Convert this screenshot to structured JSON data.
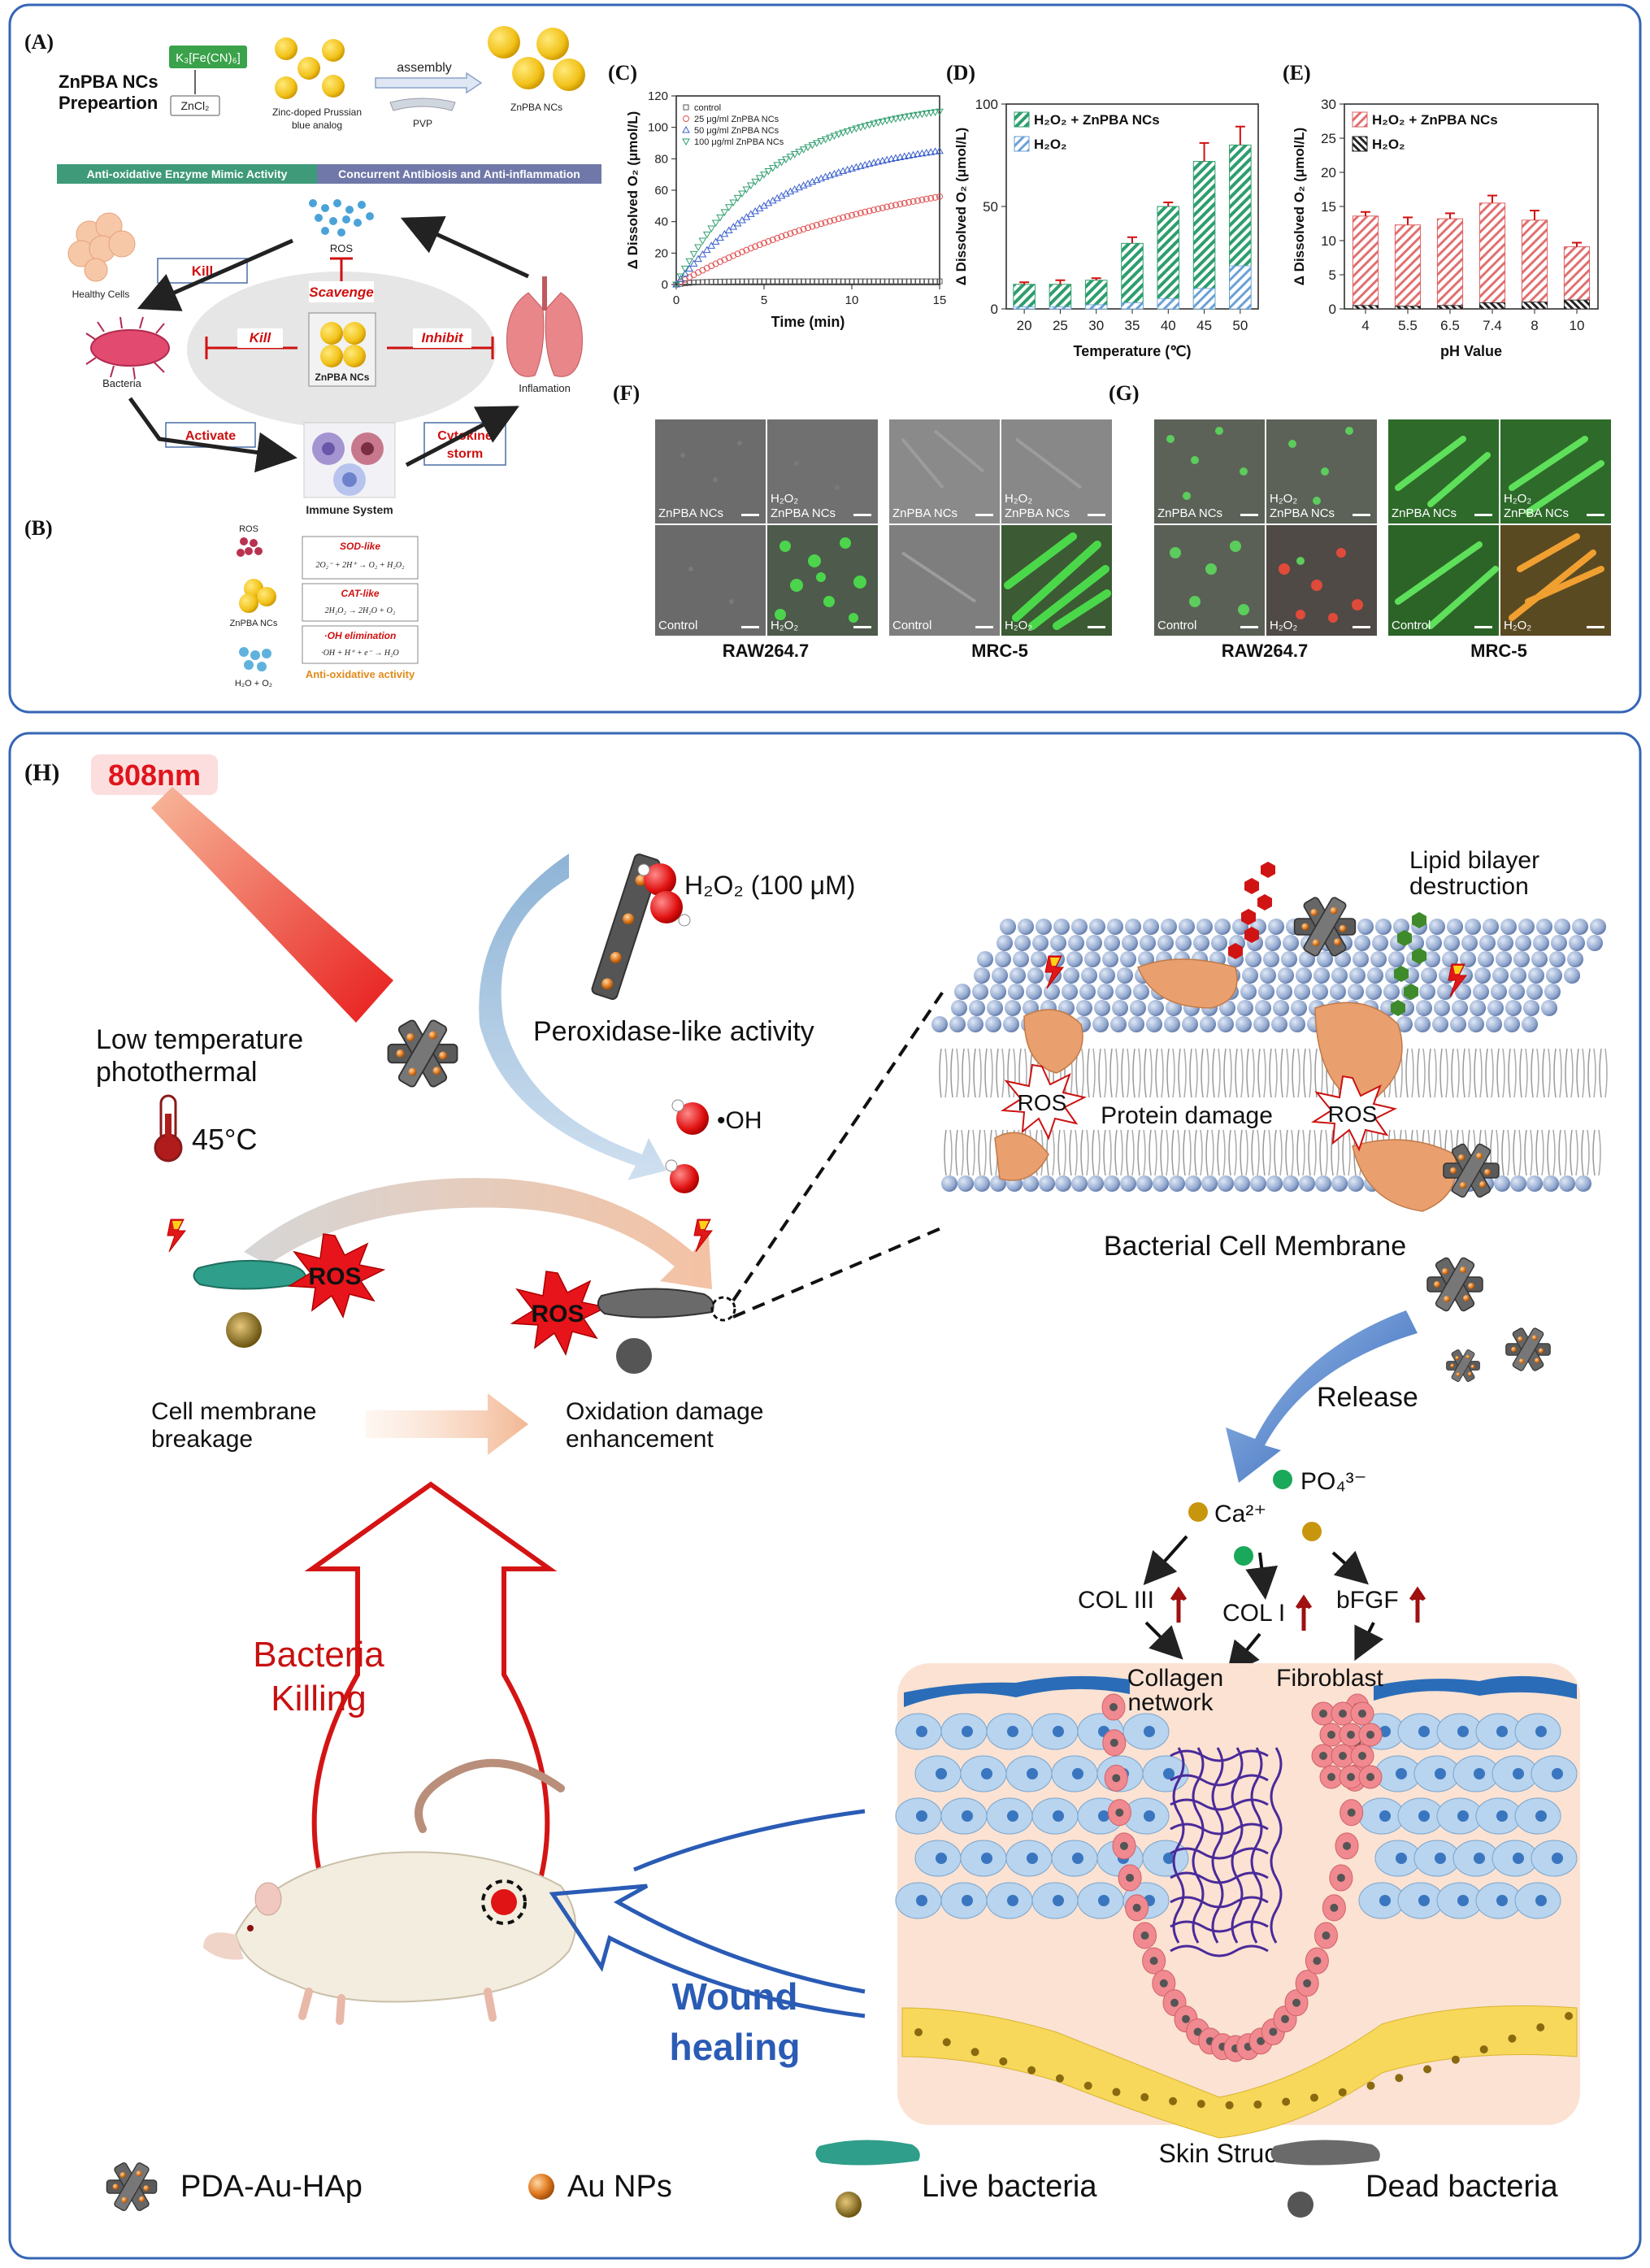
{
  "panelA": {
    "label": "(A)",
    "title1": "ZnPBA NCs",
    "title2": "Prepeartion",
    "reagent1": "K₃[Fe(CN)₆]",
    "reagent2": "ZnCl₂",
    "prussian1": "Zinc-doped Prussian",
    "prussian2": "blue analog",
    "assembly": "assembly",
    "pvp": "PVP",
    "ncs": "ZnPBA NCs",
    "banner_left": "Anti-oxidative Enzyme Mimic Activity",
    "banner_right": "Concurrent Antibiosis and Anti-inflammation",
    "ros": "ROS",
    "scavenge": "Scavenge",
    "kill": "Kill",
    "inhibit": "Inhibit",
    "healthy": "Healthy Cells",
    "bacteria": "Bacteria",
    "inflammation": "Inflamation",
    "activate": "Activate",
    "cytokine1": "Cytokine",
    "cytokine2": "storm",
    "immune": "Immune System",
    "center_ncs": "ZnPBA NCs"
  },
  "panelB": {
    "label": "(B)",
    "ros": "ROS",
    "ncs": "ZnPBA NCs",
    "products": "H₂O + O₂",
    "sod": "SOD-like",
    "sod_eq": "2O₂⁻ + 2H⁺ → O₂ + H₂O₂",
    "cat": "CAT-like",
    "cat_eq": "2H₂O₂ → 2H₂O + O₂",
    "oh": "·OH elimination",
    "oh_eq": "·OH + H⁺ + e⁻ → H₂O",
    "caption": "Anti-oxidative activity"
  },
  "panelC": {
    "label": "(C)",
    "chart_data": {
      "type": "scatter",
      "title": "",
      "xlabel": "Time (min)",
      "ylabel": "Δ Dissolved O₂ (μmol/L)",
      "xlim": [
        0,
        15
      ],
      "ylim": [
        0,
        120
      ],
      "xticks": [
        0,
        5,
        10,
        15
      ],
      "yticks": [
        0,
        20,
        40,
        60,
        80,
        100,
        120
      ],
      "legend_position": "top-left",
      "series": [
        {
          "name": "control",
          "marker": "square",
          "color": "#555555",
          "plateau": 2,
          "rate": 1.0
        },
        {
          "name": "25 μg/ml ZnPBA NCs",
          "marker": "circle",
          "color": "#e05050",
          "plateau": 80,
          "rate": 0.08
        },
        {
          "name": "50 μg/ml ZnPBA NCs",
          "marker": "triangle-up",
          "color": "#3a5fcd",
          "plateau": 95,
          "rate": 0.15
        },
        {
          "name": "100 μg/ml ZnPBA NCs",
          "marker": "triangle-down",
          "color": "#2e9e6e",
          "plateau": 118,
          "rate": 0.18
        }
      ]
    }
  },
  "panelD": {
    "label": "(D)",
    "chart_data": {
      "type": "bar",
      "title": "",
      "xlabel": "Temperature (℃)",
      "ylabel": "Δ Dissolved O₂ (μmol/L)",
      "categories": [
        "20",
        "25",
        "30",
        "35",
        "40",
        "45",
        "50"
      ],
      "ylim": [
        0,
        100
      ],
      "yticks": [
        0,
        50,
        100
      ],
      "legend_position": "top-left",
      "stacked": true,
      "series": [
        {
          "name": "H₂O₂ + ZnPBA NCs",
          "color": "#2e9e6e",
          "values": [
            12,
            12,
            14,
            32,
            50,
            72,
            80
          ],
          "errors": [
            1,
            2,
            1,
            3,
            2,
            9,
            9
          ]
        },
        {
          "name": "H₂O₂",
          "color": "#6aa0d8",
          "values": [
            1,
            1,
            2,
            3,
            5,
            10,
            21
          ],
          "errors": [
            0,
            0,
            0,
            0,
            0,
            0,
            0
          ]
        }
      ]
    }
  },
  "panelE": {
    "label": "(E)",
    "chart_data": {
      "type": "bar",
      "title": "",
      "xlabel": "pH Value",
      "ylabel": "Δ Dissolved O₂ (μmol/L)",
      "categories": [
        "4",
        "5.5",
        "6.5",
        "7.4",
        "8",
        "10"
      ],
      "ylim": [
        0,
        30
      ],
      "yticks": [
        0,
        5,
        10,
        15,
        20,
        25,
        30
      ],
      "legend_position": "top-left",
      "series": [
        {
          "name": "H₂O₂ + ZnPBA NCs",
          "color": "#e06060",
          "values": [
            13.6,
            12.3,
            13.2,
            15.5,
            13.0,
            9.1
          ],
          "errors": [
            0.6,
            1.1,
            0.8,
            1.1,
            1.4,
            0.6
          ]
        },
        {
          "name": "H₂O₂",
          "color": "#222222",
          "values": [
            0.5,
            0.4,
            0.5,
            0.9,
            1.0,
            1.3
          ],
          "errors": [
            0,
            0,
            0,
            0,
            0,
            0
          ]
        }
      ]
    }
  },
  "panelF": {
    "label": "(F)",
    "znpba": "ZnPBA NCs",
    "h2o2": "H₂O₂",
    "h2o2_znpba": "ZnPBA NCs",
    "control": "Control",
    "raw": "RAW264.7",
    "mrc": "MRC-5"
  },
  "panelG": {
    "label": "(G)",
    "znpba": "ZnPBA NCs",
    "h2o2": "H₂O₂",
    "h2o2_znpba": "ZnPBA NCs",
    "control": "Control",
    "raw": "RAW264.7",
    "mrc": "MRC-5"
  },
  "panelH": {
    "label": "(H)",
    "laser": "808nm",
    "h2o2": "H₂O₂ (100 μM)",
    "perox": "Peroxidase-like activity",
    "low1": "Low temperature",
    "low2": "photothermal",
    "temp": "45°C",
    "oh": "•OH",
    "lipid1": "Lipid bilayer",
    "lipid2": "destruction",
    "ros": "ROS",
    "protein": "Protein damage",
    "membrane": "Bacterial Cell Membrane",
    "breakage1": "Cell membrane",
    "breakage2": "breakage",
    "oxidation1": "Oxidation damage",
    "oxidation2": "enhancement",
    "release": "Release",
    "po4": "PO₄³⁻",
    "ca": "Ca²⁺",
    "col3": "COL III",
    "col1": "COL I",
    "bfgf": "bFGF",
    "collagen1": "Collagen",
    "collagen2": "network",
    "fibroblast": "Fibroblast",
    "kill1": "Bacteria",
    "kill2": "Killing",
    "wound1": "Wound",
    "wound2": "healing",
    "skin": "Skin Structure",
    "legend_pda": "PDA-Au-HAp",
    "legend_au": "Au NPs",
    "legend_live": "Live bacteria",
    "legend_dead": "Dead bacteria"
  }
}
